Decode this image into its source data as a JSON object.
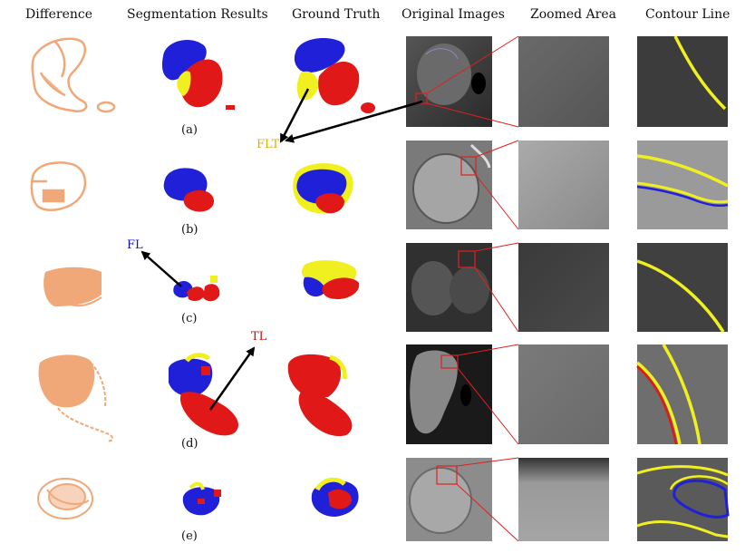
{
  "headers": {
    "difference": "Difference",
    "segmentation": "Segmentation Results",
    "ground_truth": "Ground Truth",
    "original": "Original Images",
    "zoomed": "Zoomed Area",
    "contour": "Contour Line"
  },
  "captions": [
    "(a)",
    "(b)",
    "(c)",
    "(d)",
    "(e)"
  ],
  "annotations": {
    "flt": "FLT",
    "fl": "FL",
    "tl": "TL"
  },
  "colors": {
    "difference": "#f0a878",
    "false_lumen": "#2020d8",
    "true_lumen": "#e01818",
    "thrombus": "#f0f020",
    "box": "#e02020",
    "arrow": "#000000",
    "flt_label": "#d8b000",
    "fl_label": "#1010c0",
    "tl_label": "#d01010"
  }
}
